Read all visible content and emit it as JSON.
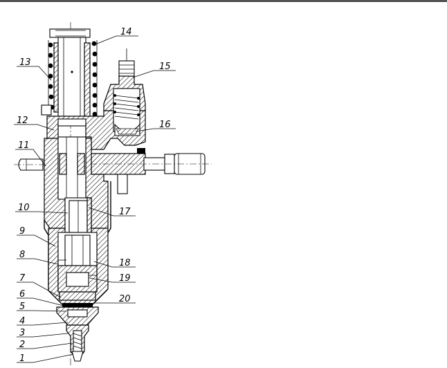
{
  "labels": [
    "1",
    "2",
    "3",
    "4",
    "5",
    "6",
    "7",
    "8",
    "9",
    "10",
    "11",
    "12",
    "13",
    "14",
    "15",
    "16",
    "17",
    "18",
    "19",
    "20"
  ],
  "colors": {
    "ink": "#000000",
    "background": "#ffffff"
  }
}
